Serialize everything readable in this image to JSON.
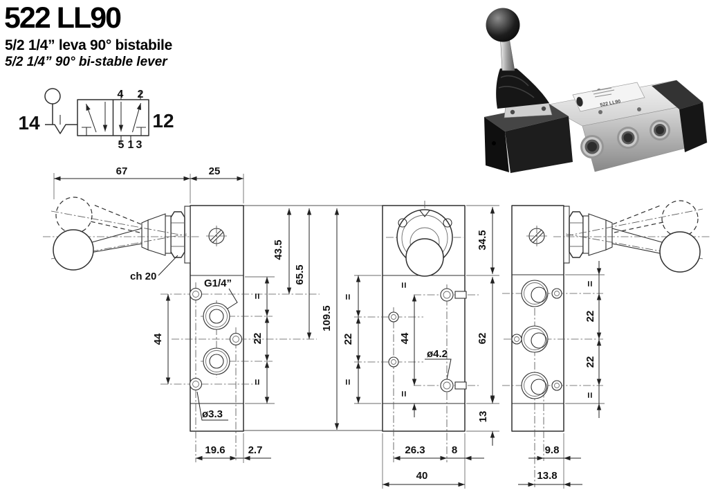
{
  "header": {
    "title": "522 LL90",
    "subtitle_italian": "5/2 1/4” leva 90° bistabile",
    "subtitle_english": "5/2 1/4” 90° bi-stable lever"
  },
  "symbol": {
    "pilot_left": "14",
    "pilot_right": "12",
    "port_top_a": "4",
    "port_top_b": "2",
    "port_bottom_a": "5",
    "port_bottom_b": "1",
    "port_bottom_c": "3"
  },
  "photo": {
    "nameplate_text": "522 LL90"
  },
  "common": {
    "equal_mark": "="
  },
  "views": {
    "left_side": {
      "lever_length": "67",
      "body_width": "25",
      "hex_size": "ch 20",
      "port_thread": "G1/4”",
      "top_to_hole1": "43.5",
      "top_to_hole2": "65.5",
      "mount_hole_spacing": "44",
      "port_pitch": "22",
      "mount_hole_dia": "ø3.3",
      "bottom_offset1": "19.6",
      "bottom_offset2": "2.7"
    },
    "front": {
      "total_height": "109.5",
      "top_section_height": "34.5",
      "side_hole_pitch": "22",
      "side_hole_spacing": "44",
      "body_section_height": "62",
      "base_section_height": "13",
      "side_hole_dia": "ø4.2",
      "bottom_offset1": "26.3",
      "bottom_offset2": "8",
      "body_depth": "40"
    },
    "right_side": {
      "port_pitch_top": "22",
      "port_pitch_bottom": "22",
      "bottom_offset1": "9.8",
      "bottom_offset2": "13.8"
    }
  }
}
